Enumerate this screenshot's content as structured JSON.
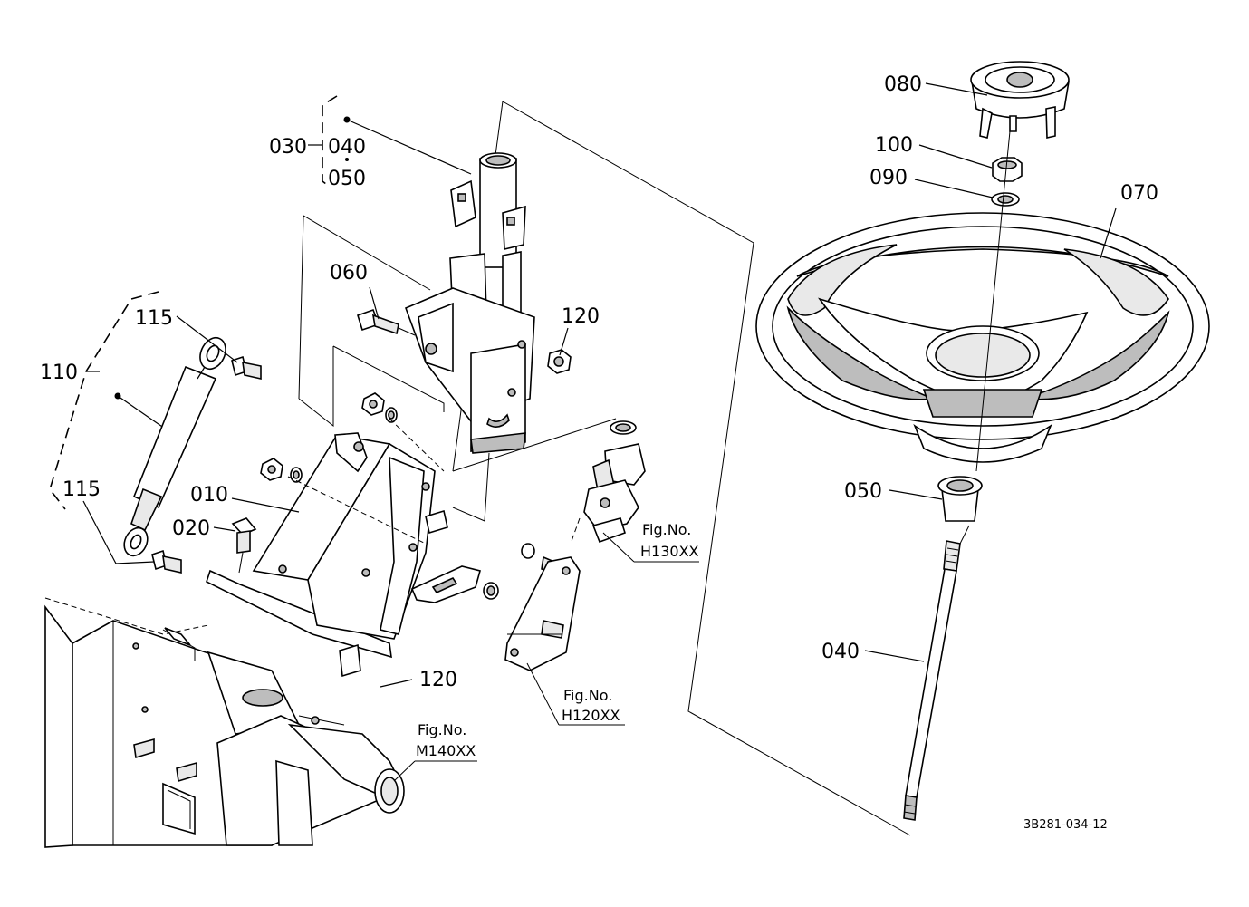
{
  "diagram": {
    "part_labels": {
      "p030": "030",
      "p040a": "040",
      "p050a": "050",
      "p060": "060",
      "p120a": "120",
      "p115a": "115",
      "p110": "110",
      "p115b": "115",
      "p010": "010",
      "p020": "020",
      "p120b": "120",
      "p080": "080",
      "p100": "100",
      "p090": "090",
      "p070": "070",
      "p050b": "050",
      "p040b": "040"
    },
    "figure_refs": {
      "h130": {
        "line1": "Fig.No.",
        "line2": "H130XX"
      },
      "h120": {
        "line1": "Fig.No.",
        "line2": "H120XX"
      },
      "m140": {
        "line1": "Fig.No.",
        "line2": "M140XX"
      }
    },
    "drawing_code": "3B281-034-12"
  }
}
